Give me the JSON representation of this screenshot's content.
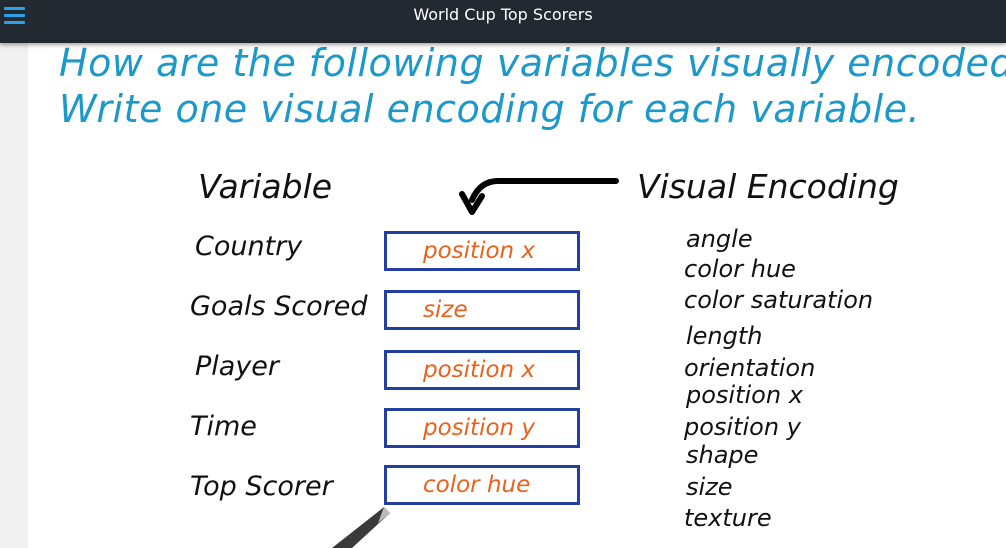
{
  "header": {
    "title": "World Cup Top Scorers",
    "menu_icon": "hamburger-menu-icon",
    "accent": "#2aa3e6"
  },
  "question": {
    "line1": "How are the following variables visually encoded?",
    "line2": "Write one visual encoding for each variable."
  },
  "table": {
    "variable_heading": "Variable",
    "encoding_heading": "Visual Encoding",
    "rows": [
      {
        "variable": "Country",
        "answer": "position x"
      },
      {
        "variable": "Goals Scored",
        "answer": "size"
      },
      {
        "variable": "Player",
        "answer": "position x"
      },
      {
        "variable": "Time",
        "answer": "position y"
      },
      {
        "variable": "Top Scorer",
        "answer": "color hue"
      }
    ]
  },
  "encodings": [
    "angle",
    "color hue",
    "color saturation",
    "length",
    "orientation",
    "position x",
    "position y",
    "shape",
    "size",
    "texture"
  ],
  "colors": {
    "question_text": "#1c98c9",
    "answer_text": "#e8621c",
    "box_border": "#2340a0"
  }
}
